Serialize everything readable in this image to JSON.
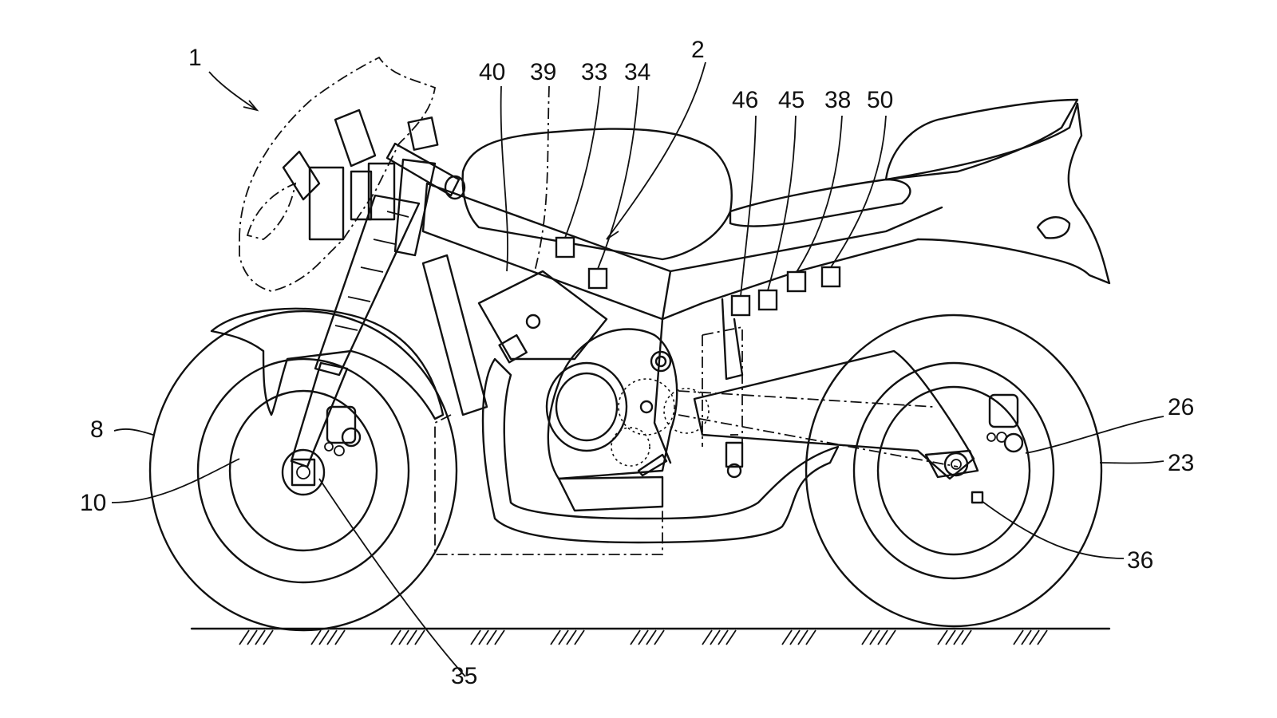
{
  "figure": {
    "labels": {
      "l1": "1",
      "l2": "2",
      "l8": "8",
      "l10": "10",
      "l23": "23",
      "l26": "26",
      "l33": "33",
      "l34": "34",
      "l35": "35",
      "l36": "36",
      "l38": "38",
      "l39": "39",
      "l40": "40",
      "l45": "45",
      "l46": "46",
      "l50": "50"
    }
  }
}
